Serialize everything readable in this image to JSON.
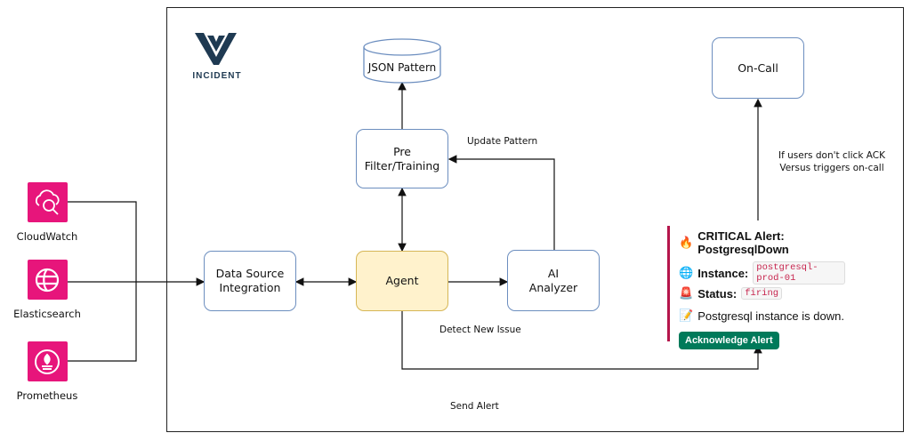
{
  "logo": {
    "text": "INCIDENT"
  },
  "sources": [
    {
      "label": "CloudWatch",
      "icon": "cloudwatch-icon"
    },
    {
      "label": "Elasticsearch",
      "icon": "elasticsearch-icon"
    },
    {
      "label": "Prometheus",
      "icon": "prometheus-icon"
    }
  ],
  "nodes": {
    "json_pattern": "JSON Pattern",
    "prefilter": "Pre\nFilter/Training",
    "datasource": "Data Source\nIntegration",
    "agent": "Agent",
    "ai_analyzer": "AI\nAnalyzer",
    "oncall": "On-Call"
  },
  "edges": {
    "update_pattern": "Update Pattern",
    "detect_new_issue": "Detect New Issue",
    "send_alert": "Send Alert",
    "oncall_note": "If users don't click ACK\nVersus triggers on-call"
  },
  "alert": {
    "title_icon": "🔥",
    "title": "CRITICAL Alert: PostgresqlDown",
    "instance_icon": "🌐",
    "instance_label": "Instance:",
    "instance_value": "postgresql-prod-01",
    "status_icon": "🚨",
    "status_label": "Status:",
    "status_value": "firing",
    "message_icon": "📝",
    "message": "Postgresql instance is down.",
    "button": "Acknowledge Alert"
  },
  "colors": {
    "source_bg": "#e7157b",
    "node_border": "#6c8ebf",
    "agent_fill": "#fff2cc",
    "ack_button": "#007a5a",
    "alert_bar": "#b5154b"
  }
}
